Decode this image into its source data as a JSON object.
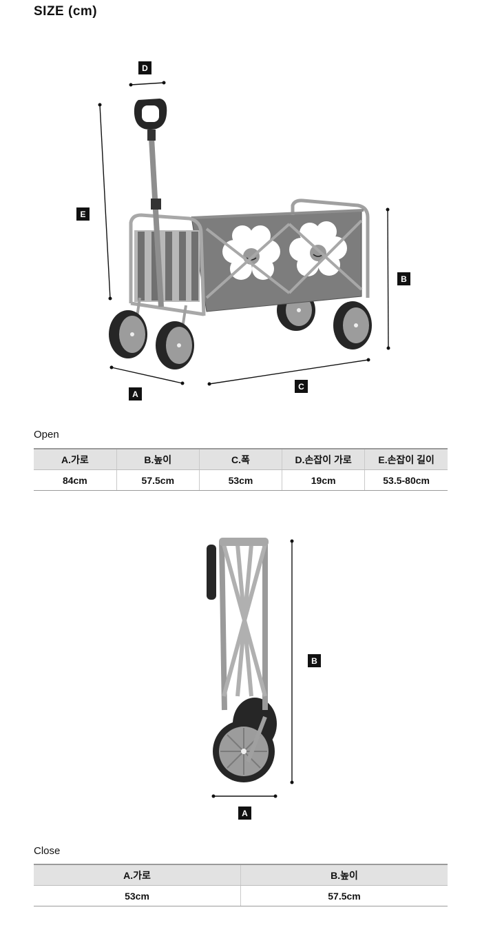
{
  "page": {
    "title": "SIZE (cm)"
  },
  "open": {
    "label": "Open",
    "dimension_labels": {
      "a": "A",
      "b": "B",
      "c": "C",
      "d": "D",
      "e": "E"
    },
    "table": {
      "headers": [
        "A.가로",
        "B.높이",
        "C.폭",
        "D.손잡이 가로",
        "E.손잡이 길이"
      ],
      "values": [
        "84cm",
        "57.5cm",
        "53cm",
        "19cm",
        "53.5-80cm"
      ]
    }
  },
  "close": {
    "label": "Close",
    "dimension_labels": {
      "a": "A",
      "b": "B"
    },
    "table": {
      "headers": [
        "A.가로",
        "B.높이"
      ],
      "values": [
        "53cm",
        "57.5cm"
      ]
    }
  },
  "colors": {
    "frame": "#8e8e8e",
    "tire": "#262626",
    "hub": "#9c9c9c",
    "fabric": "#7d7d7d",
    "badge": "#111111"
  }
}
